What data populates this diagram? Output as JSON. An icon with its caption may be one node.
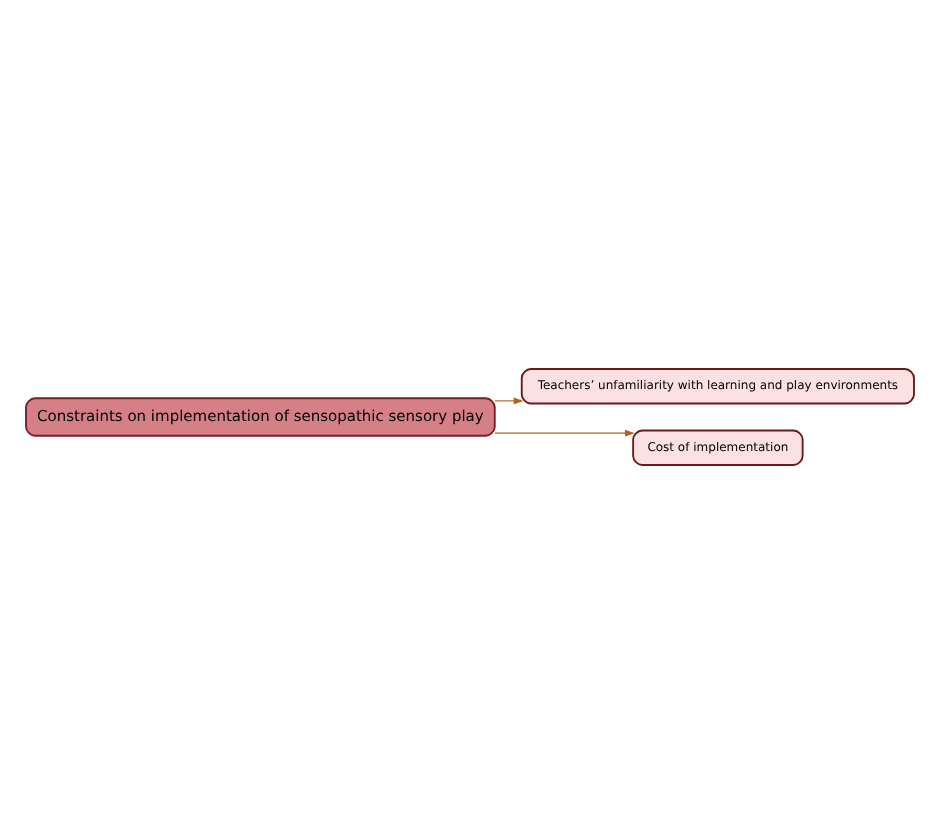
{
  "diagram": {
    "nodes": [
      {
        "text": [
          "Constraints on implementation of sensopathic sensory play"
        ]
      },
      {
        "text": [
          "Teachers’ unfamiliarity with learning and play environments"
        ]
      },
      {
        "text": [
          "Cost of implementation"
        ]
      }
    ],
    "edges": [
      {
        "from": 0,
        "to": 1,
        "arrow": "to",
        "color": "#b0641e"
      },
      {
        "from": 0,
        "to": 2,
        "arrow": "to",
        "color": "#b0641e"
      }
    ]
  }
}
